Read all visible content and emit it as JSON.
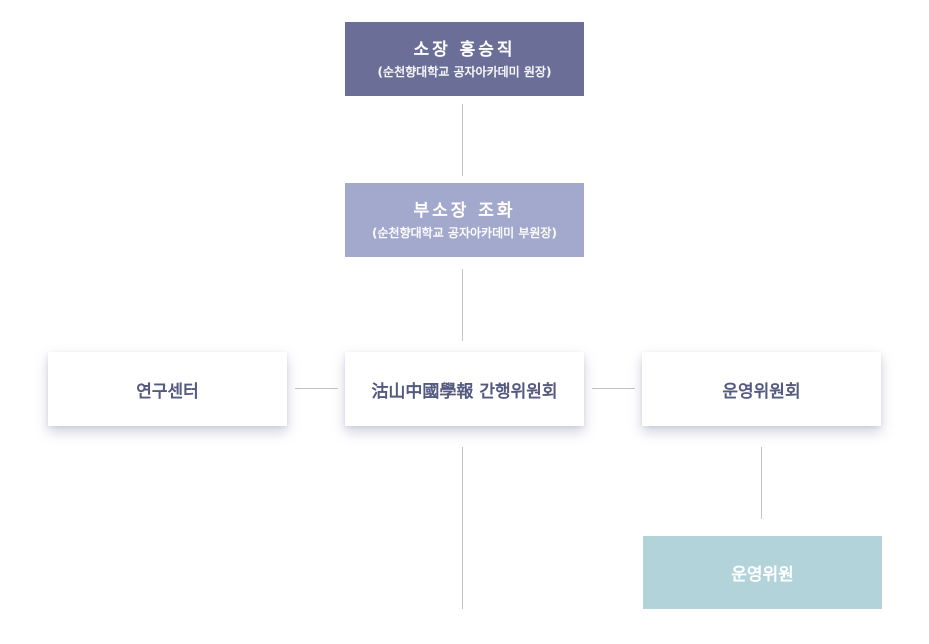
{
  "org_chart": {
    "director": {
      "name": "소장 홍승직",
      "affiliation": "(순천향대학교 공자아카데미 원장)"
    },
    "vice_director": {
      "name": "부소장 조화",
      "affiliation": "(순천향대학교 공자아카데미 부원장)"
    },
    "research_center": "연구센터",
    "publication_committee": "沽山中國學報 간행위원회",
    "operations_committee": "운영위원회",
    "operations_member": "운영위원"
  },
  "colors": {
    "director_bg": "#6b6f97",
    "vice_director_bg": "#a3a8cd",
    "card_text": "#555a80",
    "member_bg": "#b3d3db",
    "connector": "#c2c2c8"
  }
}
